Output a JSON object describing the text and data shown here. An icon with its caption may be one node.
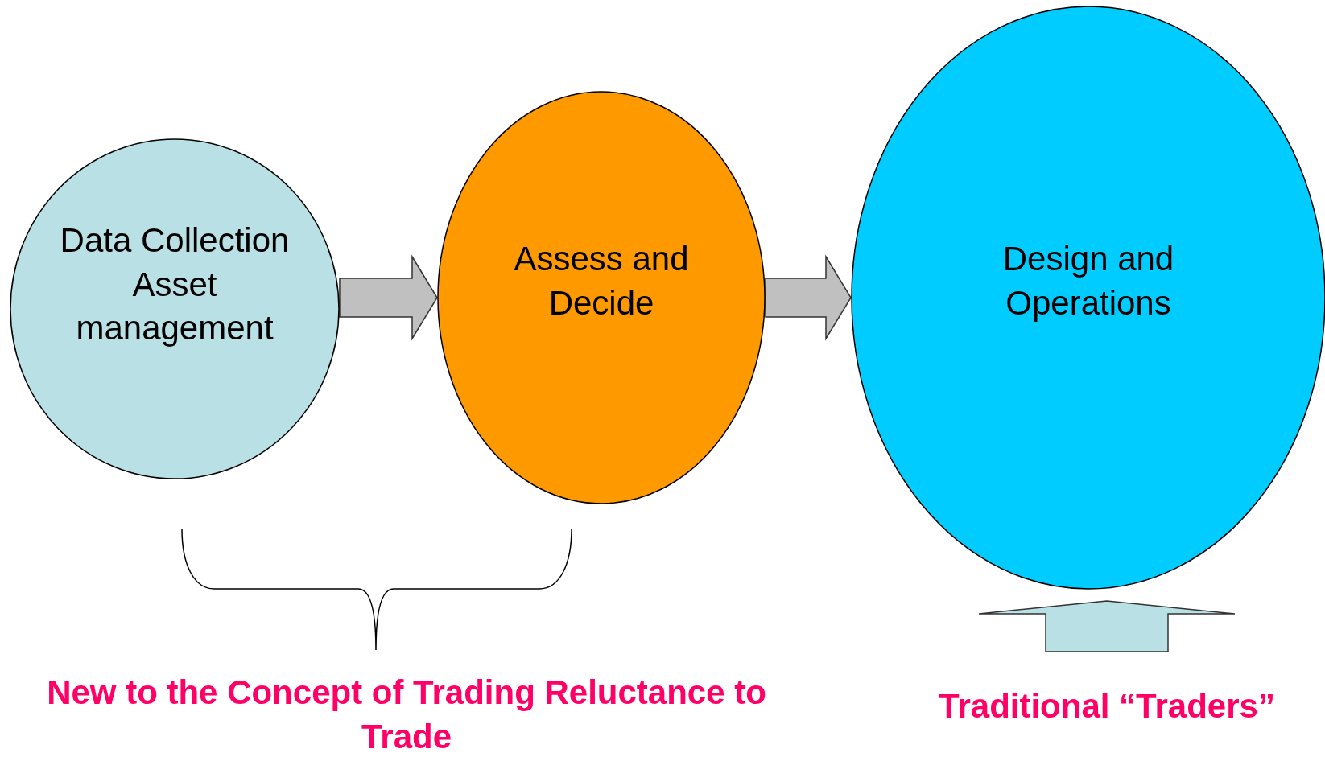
{
  "diagram": {
    "nodes": [
      {
        "text": [
          "Data Collection Asset management"
        ]
      },
      {
        "text": [
          "Assess and Decide"
        ]
      },
      {
        "text": [
          "Design and Operations"
        ]
      },
      {
        "text": [
          "Traditional “Traders”"
        ]
      }
    ],
    "edges": [
      {
        "from": 0,
        "to": 1,
        "arrow": "to"
      },
      {
        "from": 1,
        "to": 2,
        "arrow": "to"
      },
      {
        "from": 3,
        "to": 2,
        "arrow": "to",
        "color": "#b9e0e4"
      }
    ],
    "labels": [
      "New to the Concept of Trading Reluctance to Trade"
    ]
  }
}
